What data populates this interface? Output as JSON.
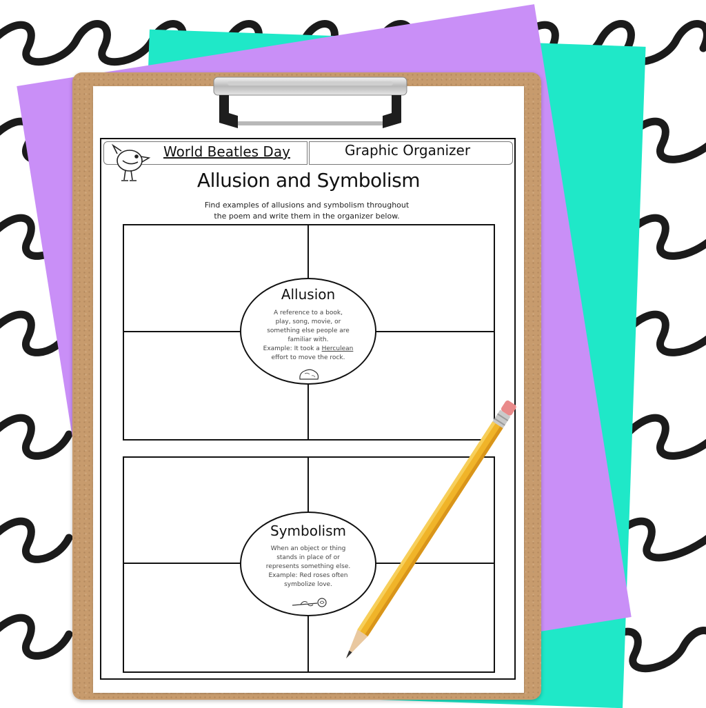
{
  "header": {
    "left_title": "World Beatles Day",
    "right_title": "Graphic Organizer"
  },
  "worksheet": {
    "title": "Allusion and Symbolism",
    "instructions_line1": "Find examples of allusions and symbolism throughout",
    "instructions_line2": "the poem and write them in the organizer below."
  },
  "allusion": {
    "title": "Allusion",
    "line1": "A reference to a book,",
    "line2": "play, song, movie, or",
    "line3": "something else people are",
    "line4": "familiar with.",
    "line5_prefix": "Example: It took a ",
    "line5_emph": "Herculean",
    "line6": "effort to move the rock.",
    "icon": "rock-icon"
  },
  "symbolism": {
    "title": "Symbolism",
    "line1": "When an object or thing",
    "line2": "stands in place of or",
    "line3": "represents something else.",
    "line4": "Example: Red roses often",
    "line5": "symbolize love.",
    "icon": "rose-icon"
  },
  "colors": {
    "purple_paper": "#c98ff7",
    "teal_paper": "#1fe8c8",
    "clipboard": "#c79b6d",
    "pencil": "#f0b429"
  }
}
